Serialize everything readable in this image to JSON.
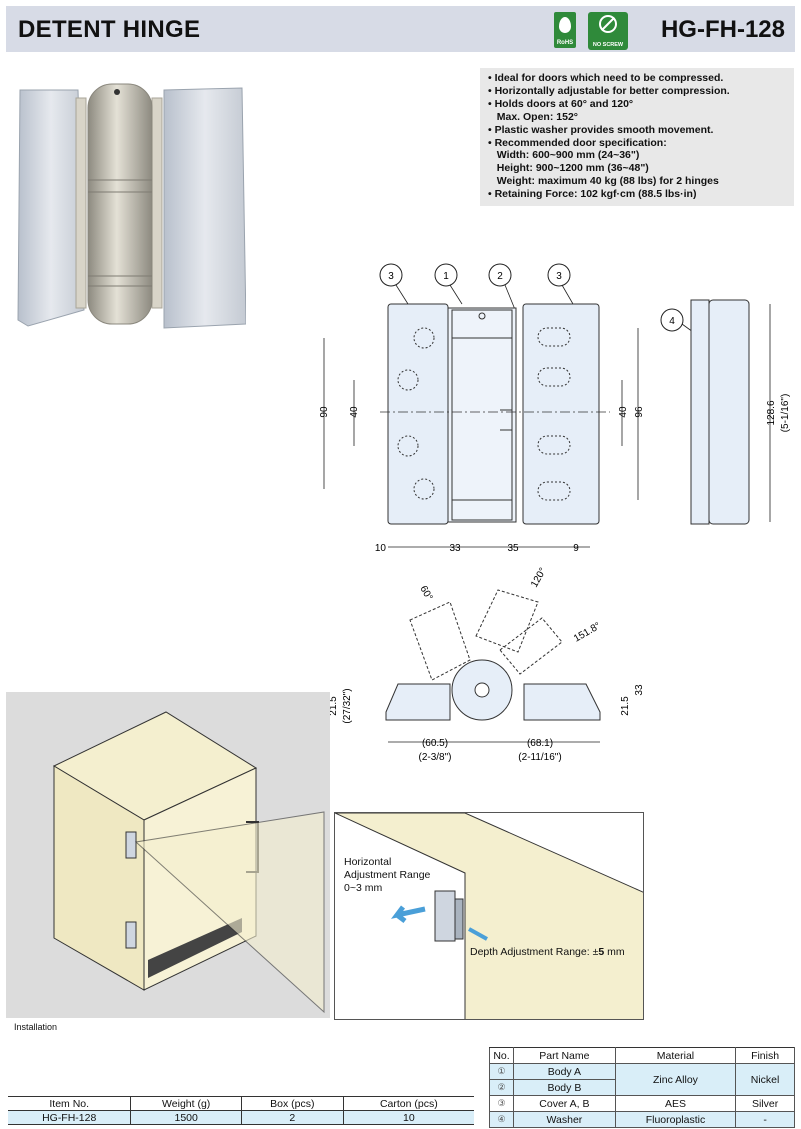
{
  "header": {
    "title": "DETENT HINGE",
    "model": "HG-FH-128",
    "rohs_badge": "RoHS",
    "noscrew_badge": "NO SCREW"
  },
  "features": [
    "• Ideal for doors which need to be compressed.",
    "• Horizontally adjustable for better compression.",
    "• Holds doors at 60° and 120°",
    "   Max. Open: 152°",
    "• Plastic washer provides smooth movement.",
    "• Recommended door specification:",
    "   Width: 600~900 mm (24~36\")",
    "   Height: 900~1200 mm (36~48\")",
    "   Weight: maximum 40 kg (88 lbs) for 2 hinges",
    "• Retaining Force: 102 kgf·cm (88.5 lbs·in)"
  ],
  "front_view": {
    "balloons": [
      "3",
      "1",
      "2",
      "3"
    ],
    "dims": {
      "d90": "90",
      "d40a": "40",
      "d40b": "40",
      "d96": "96",
      "d10": "10",
      "d33": "33",
      "d35": "35",
      "d9": "9"
    }
  },
  "side_view": {
    "balloon": "4",
    "height": "128.6",
    "height_in": "(5-1/16\")"
  },
  "top_view": {
    "a60": "60°",
    "a120": "120°",
    "a152": "151.8°",
    "h215": "21.5",
    "h215_in": "(27/32\")",
    "h215r": "21.5",
    "h33": "33",
    "w605": "(60.5)",
    "w605_in": "(2-3/8\")",
    "w681": "(68.1)",
    "w681_in": "(2-11/16\")"
  },
  "installation": {
    "label": "Installation",
    "horizontal": "Horizontal Adjustment Range 0~3 mm",
    "depth_prefix": "Depth Adjustment Range: ±",
    "depth_value": "5",
    "depth_unit": " mm"
  },
  "item_table": {
    "headers": [
      "Item No.",
      "Weight (g)",
      "Box (pcs)",
      "Carton (pcs)"
    ],
    "row": [
      "HG-FH-128",
      "1500",
      "2",
      "10"
    ]
  },
  "parts_table": {
    "headers": [
      "No.",
      "Part Name",
      "Material",
      "Finish"
    ],
    "rows": [
      {
        "no": "①",
        "name": "Body A"
      },
      {
        "no": "②",
        "name": "Body B"
      },
      {
        "no": "③",
        "name": "Cover A, B",
        "material": "AES",
        "finish": "Silver"
      },
      {
        "no": "④",
        "name": "Washer",
        "material": "Fluoroplastic",
        "finish": "-"
      }
    ],
    "zinc_material": "Zinc Alloy",
    "zinc_finish": "Nickel"
  }
}
